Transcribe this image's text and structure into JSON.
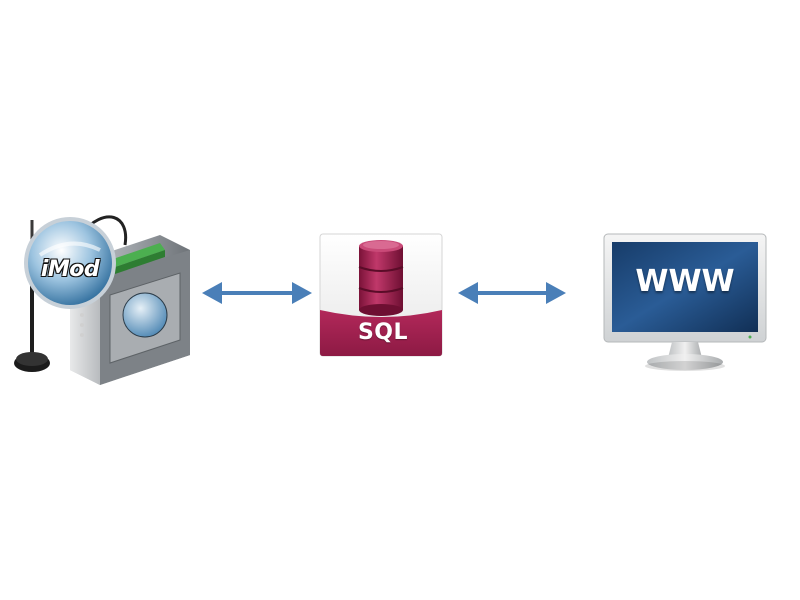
{
  "nodes": {
    "imod": {
      "badge_text": "iMod"
    },
    "database": {
      "label": "SQL"
    },
    "web": {
      "label": "WWW"
    }
  },
  "colors": {
    "arrow": "#4a7fb8",
    "sql_red": "#9b1b4a",
    "sql_label_bg": "#a1214f",
    "monitor_screen": "#1f4f86",
    "device_grey": "#8a8f94",
    "terminal_green": "#4caf50"
  },
  "connections": [
    {
      "from": "imod",
      "to": "database",
      "direction": "bidirectional"
    },
    {
      "from": "database",
      "to": "web",
      "direction": "bidirectional"
    }
  ]
}
